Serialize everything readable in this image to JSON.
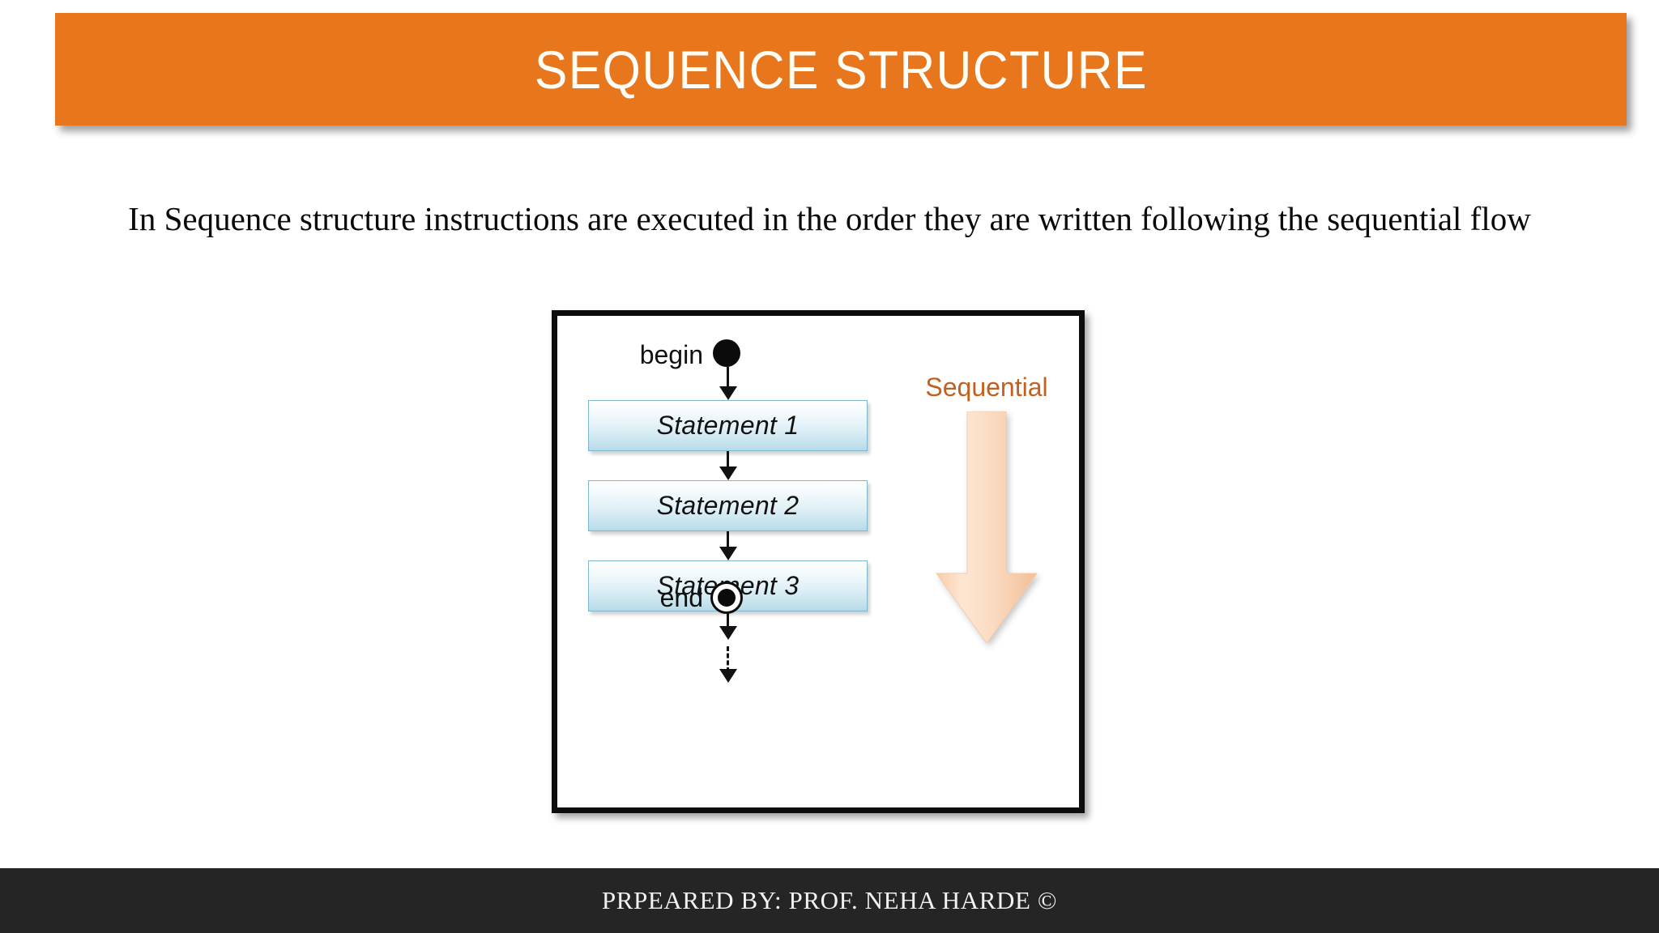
{
  "slide": {
    "title": "SEQUENCE STRUCTURE",
    "body_text": "In Sequence structure instructions are executed in the order they are written following the sequential flow",
    "footer_text": "PRPEARED BY: PROF. NEHA HARDE ©"
  },
  "colors": {
    "banner_orange": "#E8761C",
    "title_white": "#FFFDF7",
    "footer_dark": "#252525",
    "footer_text": "#F2F2F2",
    "sequential_orange": "#C2611F",
    "statement_border": "#7FB8CE",
    "statement_fill_top": "#FFFFFF",
    "statement_fill_bottom": "#B6DAE8",
    "arrow_fill_light": "#FDE3CC",
    "arrow_fill_dark": "#F6C9A4",
    "node_black": "#0B0B0B",
    "body_text": "#0A0A0A"
  },
  "diagram": {
    "type": "activity-flowchart",
    "orientation": "vertical",
    "begin_label": "begin",
    "end_label": "end",
    "sequential_label": "Sequential",
    "statements": [
      {
        "label": "Statement 1"
      },
      {
        "label": "Statement 2"
      },
      {
        "label": "Statement 3"
      }
    ],
    "connectors": [
      {
        "from": "begin",
        "to": "Statement 1",
        "style": "solid"
      },
      {
        "from": "Statement 1",
        "to": "Statement 2",
        "style": "solid"
      },
      {
        "from": "Statement 2",
        "to": "Statement 3",
        "style": "solid"
      },
      {
        "from": "Statement 3",
        "to": "end",
        "style": "solid-then-dashed"
      }
    ]
  }
}
